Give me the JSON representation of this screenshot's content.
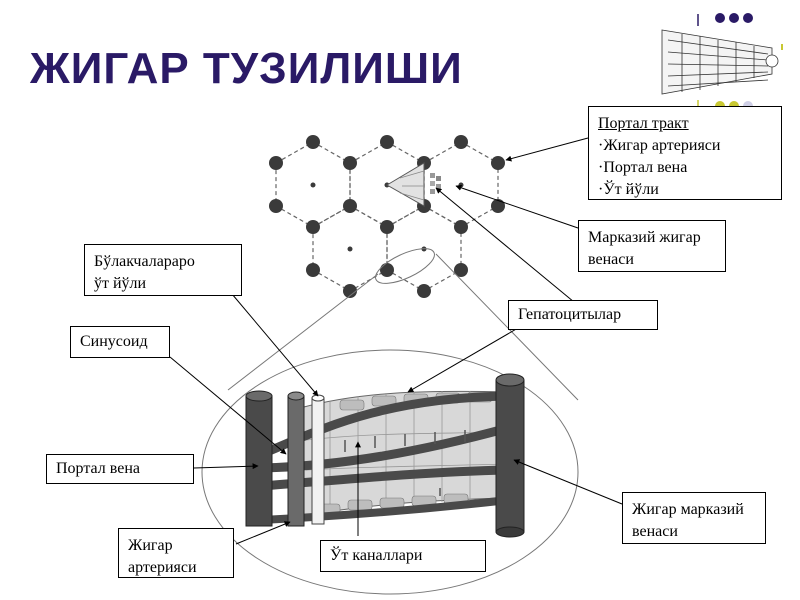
{
  "slide": {
    "title": "ЖИГАР ТУЗИЛИШИ",
    "accent_colors": {
      "title": "#2a1a66",
      "dots_dark": "#2a1a66",
      "dots_olive": "#c8c832",
      "dots_light": "#cfcfe6"
    }
  },
  "labels": {
    "portal_tract": {
      "heading": "Портал тракт",
      "items": [
        "·Жигар артерияси",
        "·Портал вена",
        "·Ўт йўли"
      ]
    },
    "central_vein": {
      "lines": [
        "Марказий жигар",
        "венаси"
      ]
    },
    "interlobular_duct": {
      "lines": [
        "Бўлакчалараро",
        "ўт йўли"
      ]
    },
    "hepatocytes": {
      "text": "Гепатоцитылар"
    },
    "sinusoid": {
      "text": "Синусоид"
    },
    "portal_vein": {
      "text": "Портал вена"
    },
    "central_hepatic_vein": {
      "lines": [
        "Жигар марказий",
        "венаси"
      ]
    },
    "hepatic_artery": {
      "lines": [
        "Жигар",
        "артерияси"
      ]
    },
    "bile_canals": {
      "text": "Ўт каналлари"
    }
  }
}
